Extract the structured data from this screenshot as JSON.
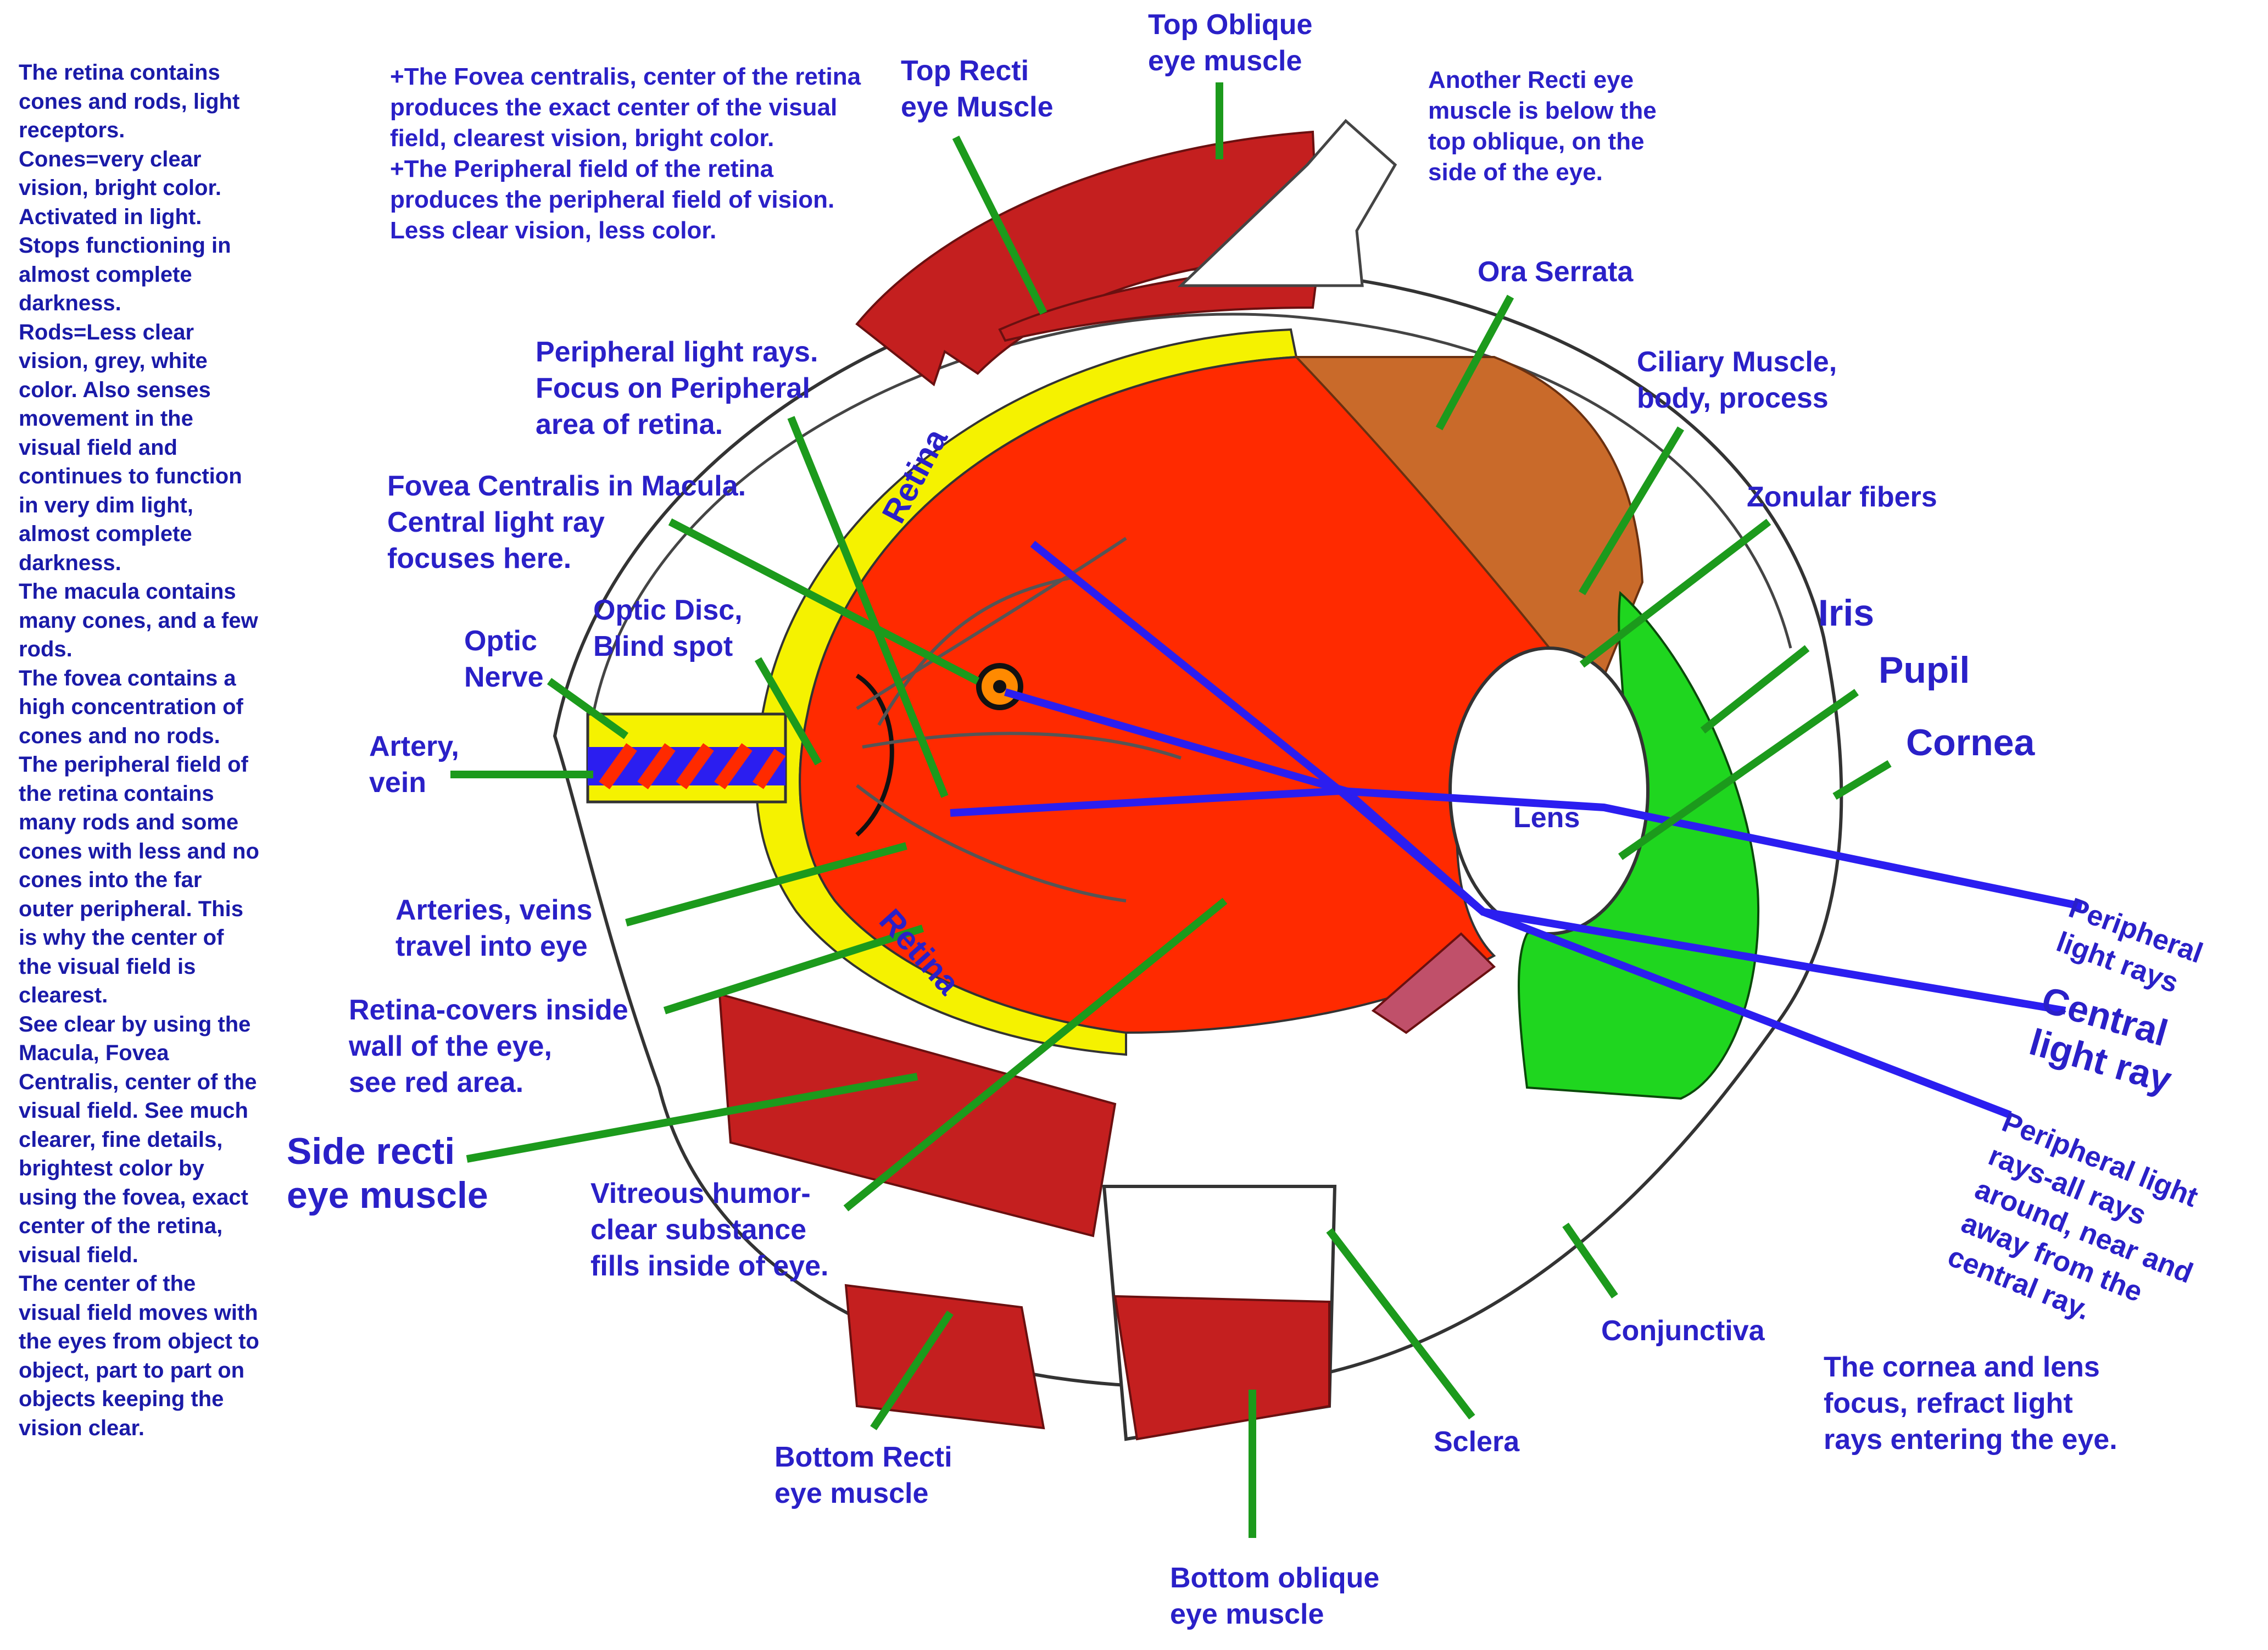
{
  "colors": {
    "label_text": "#2a20c8",
    "leader_line": "#1c9a1c",
    "light_ray": "#2b1ef0",
    "vitreous": "#ff2a00",
    "muscle": "#c41f1f",
    "retina_layer": "#f5f200",
    "iris": "#1fd61f",
    "ciliary": "#c96a2a"
  },
  "side_text": "The retina contains cones and rods, light receptors.\nCones=very clear vision, bright color. Activated in light. Stops functioning in almost complete darkness.\nRods=Less clear vision, grey, white color.  Also senses movement in the visual field and continues to function in very dim light, almost complete darkness.\nThe macula contains many cones, and a few rods.\nThe fovea contains a high concentration of cones and no rods.\nThe peripheral field of the retina contains many rods and some cones with less and no cones into the far outer peripheral. This is why the center of the visual field is clearest.\nSee clear by using the Macula, Fovea Centralis, center of the visual field. See much clearer, fine details, brightest color by using the fovea, exact center of the retina, visual field.\nThe center of the visual field moves with the eyes from object to object, part to part on objects keeping the vision clear.",
  "fovea_note": "+The Fovea centralis, center of the retina produces the exact center of the visual field, clearest vision, bright color.\n+The Peripheral field of the retina produces the peripheral field of vision. Less clear vision, less color.",
  "labels": {
    "top_oblique": "Top Oblique\neye muscle",
    "top_recti": "Top Recti\neye Muscle",
    "another_recti": "Another Recti eye\nmuscle is below the\ntop oblique, on the\nside of the eye.",
    "ora_serrata": "Ora Serrata",
    "ciliary": "Ciliary Muscle,\nbody, process",
    "zonular": "Zonular fibers",
    "peripheral_light_rays_top": "Peripheral light rays.\nFocus on Peripheral\narea of retina.",
    "fovea_centralis": "Fovea Centralis in Macula.\nCentral light ray\nfocuses here.",
    "optic_disc": "Optic Disc,\nBlind spot",
    "optic_nerve": "Optic\nNerve",
    "artery_vein": "Artery,\nvein",
    "iris": "Iris",
    "pupil": "Pupil",
    "cornea": "Cornea",
    "lens": "Lens",
    "retina_upper": "Retina",
    "retina_lower": "Retina",
    "arteries_veins": "Arteries, veins\ntravel into eye",
    "retina_covers": "Retina-covers inside\nwall of the eye,\nsee red area.",
    "side_recti": "Side recti\neye muscle",
    "vitreous": "Vitreous humor-\nclear substance\nfills inside of eye.",
    "peripheral_rays_right": "Peripheral\nlight rays",
    "central_ray": "Central\nlight ray",
    "peripheral_all": "Peripheral light\nrays-all rays\naround, near and\naway from the\ncentral ray.",
    "conjunctiva": "Conjunctiva",
    "cornea_lens_note": "The cornea and lens\nfocus, refract light\nrays entering the eye.",
    "bottom_recti": "Bottom Recti\neye muscle",
    "sclera": "Sclera",
    "bottom_oblique": "Bottom oblique\neye muscle"
  }
}
